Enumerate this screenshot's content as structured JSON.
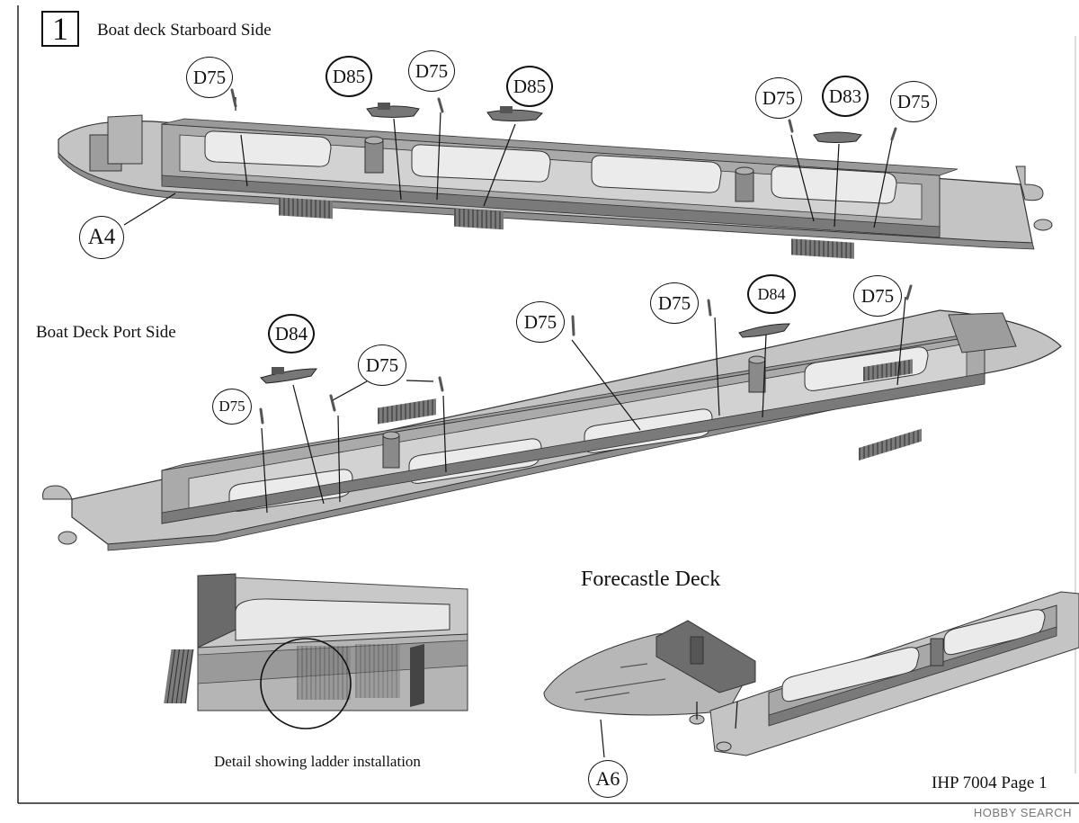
{
  "step": {
    "number": "1"
  },
  "sections": {
    "starboard_title": "Boat deck Starboard Side",
    "port_title": "Boat Deck Port Side",
    "forecastle_title": "Forecastle Deck",
    "detail_caption": "Detail showing ladder installation"
  },
  "callouts": {
    "starboard": {
      "a4": "A4",
      "d75_1": "D75",
      "d85_1": "D85",
      "d75_2": "D75",
      "d85_2": "D85",
      "d75_3": "D75",
      "d83": "D83",
      "d75_4": "D75"
    },
    "port": {
      "d84_1": "D84",
      "d75_small": "D75",
      "d75_pair": "D75",
      "d75_mid": "D75",
      "d75_right": "D75",
      "d84_2": "D84",
      "d75_far": "D75"
    },
    "forecastle": {
      "a6": "A6"
    }
  },
  "footer": {
    "page_ref": "IHP 7004 Page 1"
  },
  "watermark": {
    "text": "HOBBY SEARCH"
  }
}
